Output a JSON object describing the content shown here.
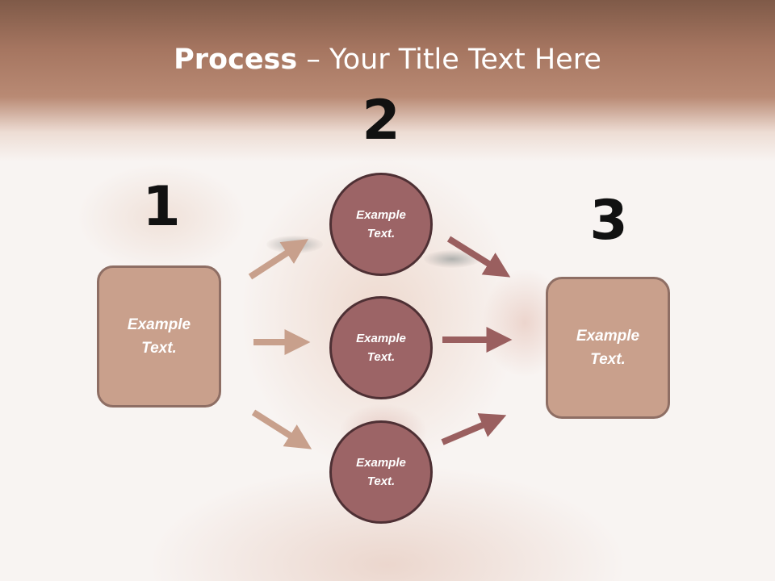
{
  "title": {
    "bold": "Process",
    "rest": " – Your Title Text Here"
  },
  "steps": [
    {
      "number": "1",
      "text": "Example\nText."
    },
    {
      "number": "2",
      "items": [
        "Example\nText.",
        "Example\nText.",
        "Example\nText."
      ]
    },
    {
      "number": "3",
      "text": "Example\nText."
    }
  ],
  "colors": {
    "header": "#a57560",
    "box_fill": "#c9a08c",
    "box_border": "#8e6e64",
    "circle_fill": "#9c6466",
    "circle_border": "#4e3034",
    "arrow_left": "#c8a08c",
    "arrow_right": "#9a5f5f"
  }
}
